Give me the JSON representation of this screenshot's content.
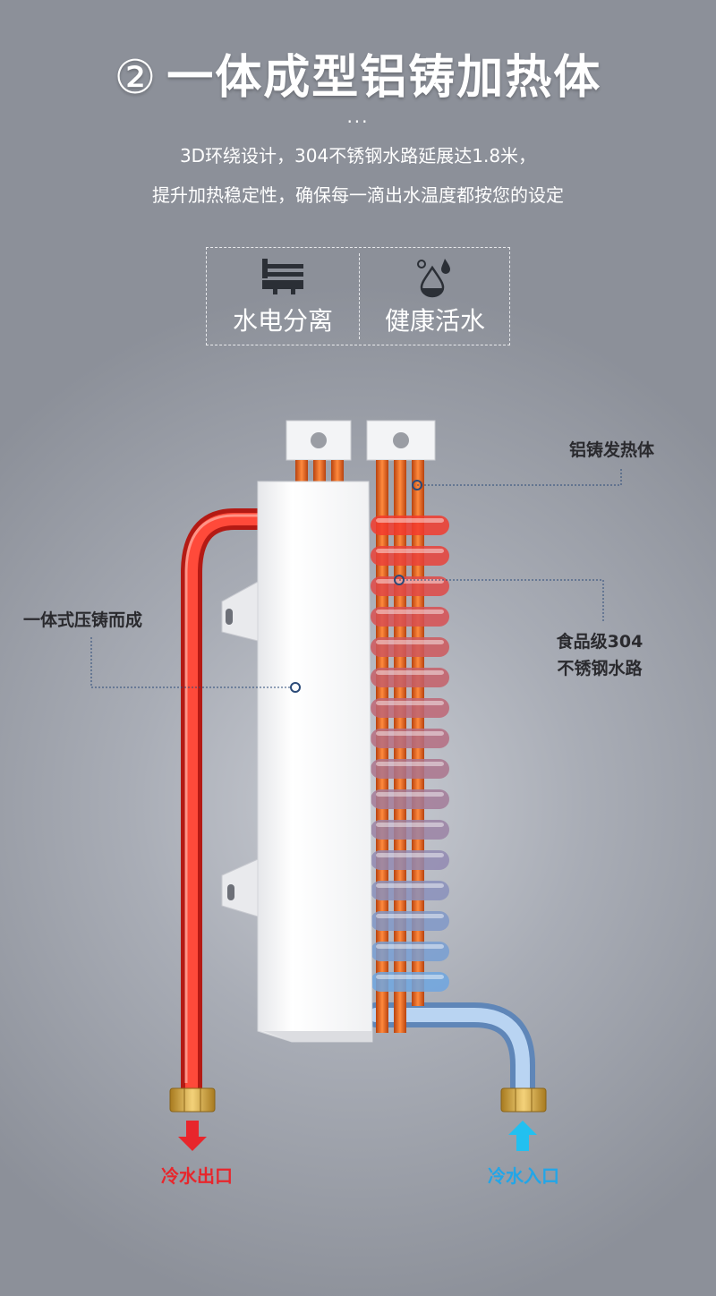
{
  "header": {
    "number": "②",
    "title": "一体成型铝铸加热体",
    "ellipsis": "...",
    "subtitle_line1": "3D环绕设计，304不锈钢水路延展达1.8米，",
    "subtitle_line2": "提升加热稳定性，确保每一滴出水温度都按您的设定"
  },
  "features": [
    {
      "icon": "water-electric-separation-icon",
      "label": "水电分离"
    },
    {
      "icon": "water-drop-icon",
      "label": "健康活水"
    }
  ],
  "callouts": {
    "aluminum_heater": "铝铸发热体",
    "die_cast": "一体式压铸而成",
    "food_grade_line1": "食品级304",
    "food_grade_line2": "不锈钢水路"
  },
  "ports": {
    "outlet": "冷水出口",
    "inlet": "冷水入口"
  },
  "colors": {
    "outlet_red": "#e8262c",
    "inlet_blue": "#22a6e8",
    "copper": "#e8641e",
    "callout_line": "#2b4a78"
  }
}
